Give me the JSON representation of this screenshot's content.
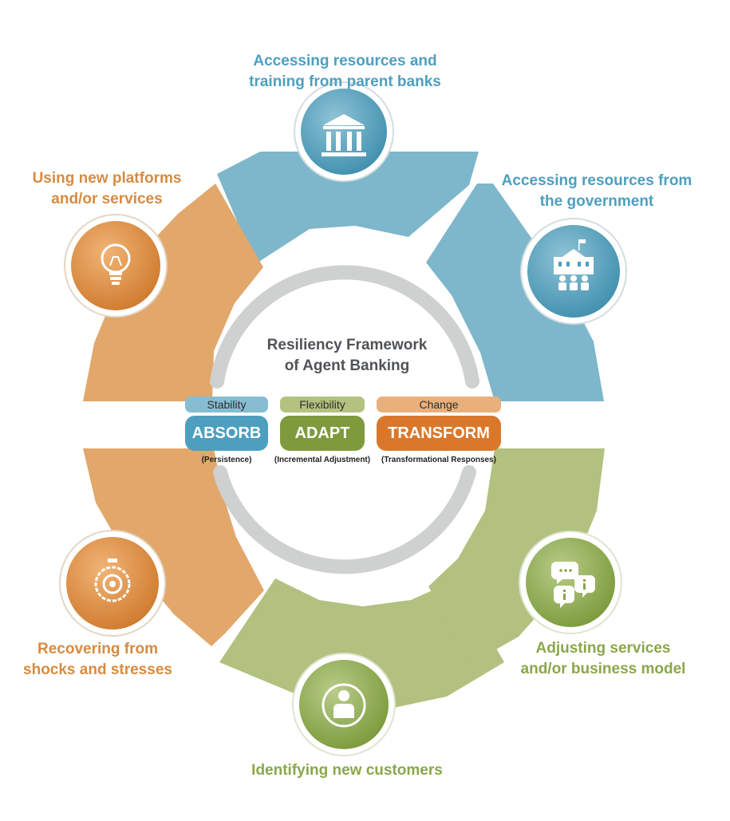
{
  "center": {
    "title_line1": "Resiliency Framework",
    "title_line2": "of Agent Banking"
  },
  "capacities": [
    {
      "tag": "Stability",
      "name": "ABSORB",
      "note": "(Persistence)",
      "color": "#4d9fbf",
      "tag_color": "#86bdd2"
    },
    {
      "tag": "Flexibility",
      "name": "ADAPT",
      "note": "(Incremental Adjustment)",
      "color": "#7f9a3c",
      "tag_color": "#b3c27e"
    },
    {
      "tag": "Change",
      "name": "TRANSFORM",
      "note": "(Transformational Responses)",
      "color": "#d9782b",
      "tag_color": "#eab07c"
    }
  ],
  "strategies": {
    "parent_banks": {
      "line1": "Accessing resources and",
      "line2": "training from parent banks",
      "icon": "bank-icon"
    },
    "government": {
      "line1": "Accessing resources from",
      "line2": "the government",
      "icon": "government-building-icon"
    },
    "adjusting": {
      "line1": "Adjusting services",
      "line2": "and/or business model",
      "icon": "chat-bubbles-icon"
    },
    "customers": {
      "line1": "Identifying new customers",
      "icon": "person-icon"
    },
    "recovering": {
      "line1": "Recovering from",
      "line2": "shocks and stresses",
      "icon": "stopwatch-icon"
    },
    "platforms": {
      "line1": "Using new platforms",
      "line2": "and/or services",
      "icon": "lightbulb-icon"
    }
  },
  "colors": {
    "blue_segment": "#7eb7cb",
    "orange_segment": "#e2a76b",
    "green_segment": "#b2c17f",
    "inner_ring": "#cfd0d0"
  }
}
